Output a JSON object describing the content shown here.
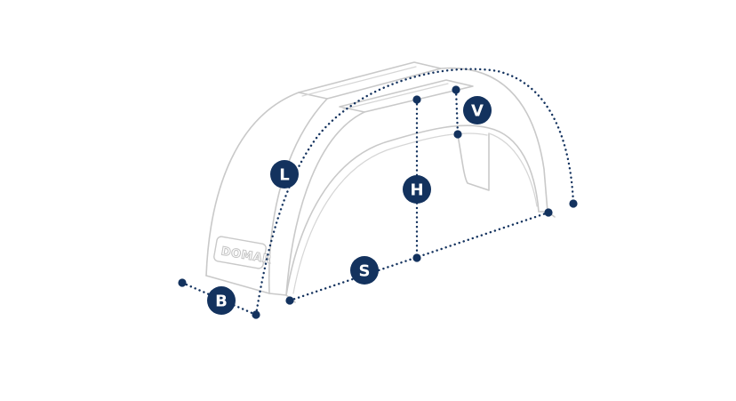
{
  "product": {
    "logo_text": "DOMAR"
  },
  "dimensions": {
    "L": {
      "label": "L"
    },
    "H": {
      "label": "H"
    },
    "V": {
      "label": "V"
    },
    "S": {
      "label": "S"
    },
    "B": {
      "label": "B"
    }
  },
  "colors": {
    "accent": "#13325e",
    "outline": "#c9c9c9",
    "background": "#ffffff"
  }
}
